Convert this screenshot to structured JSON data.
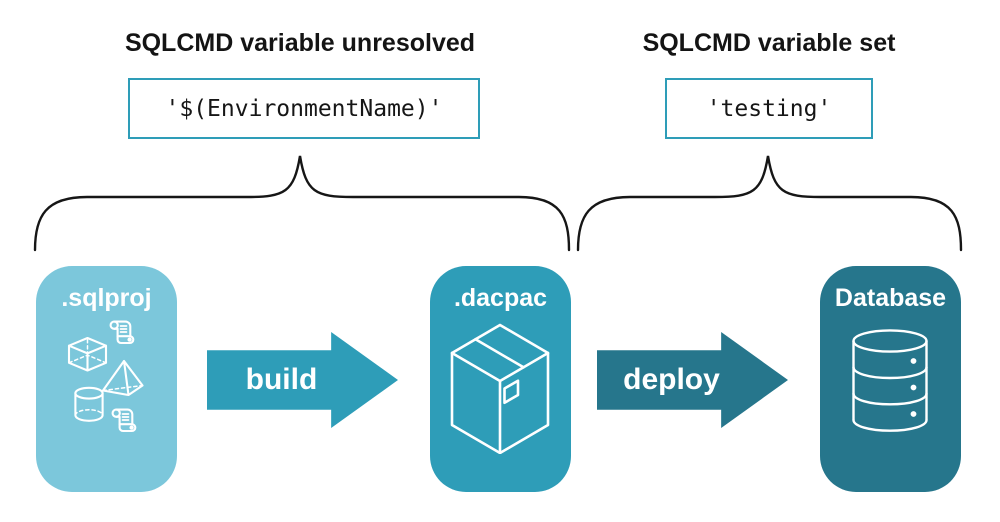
{
  "diagram": {
    "background_color": "#ffffff",
    "accent_border_color": "#2E9DB8",
    "brace_color": "#161616",
    "annotations": {
      "unresolved": {
        "title": "SQLCMD variable unresolved",
        "code": "'$(EnvironmentName)'"
      },
      "resolved": {
        "title": "SQLCMD variable set",
        "code": "'testing'"
      }
    },
    "pipeline": {
      "nodes": [
        {
          "label": ".sqlproj",
          "color": "#7CC7DB",
          "icon": "sql-objects-icon"
        },
        {
          "label": ".dacpac",
          "color": "#2E9DB8",
          "icon": "package-icon"
        },
        {
          "label": "Database",
          "color": "#26768C",
          "icon": "database-icon"
        }
      ],
      "arrows": [
        {
          "label": "build",
          "color": "#2E9DB8"
        },
        {
          "label": "deploy",
          "color": "#26768C"
        }
      ]
    }
  }
}
